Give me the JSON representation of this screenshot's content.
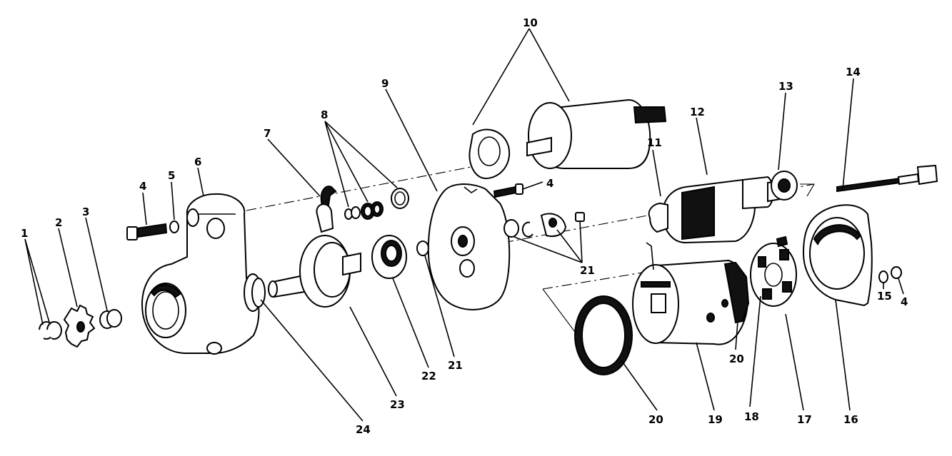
{
  "labels": {
    "l1": "1",
    "l2": "2",
    "l3": "3",
    "l4a": "4",
    "l5": "5",
    "l6": "6",
    "l7": "7",
    "l8": "8",
    "l9": "9",
    "l10": "10",
    "l4b": "4",
    "l11": "11",
    "l12": "12",
    "l13": "13",
    "l14": "14",
    "l21a": "21",
    "l15": "15",
    "l4c": "4",
    "l20a": "20",
    "l16": "16",
    "l17": "17",
    "l18": "18",
    "l19": "19",
    "l20b": "20",
    "l21b": "21",
    "l22": "22",
    "l23": "23",
    "l24": "24"
  }
}
